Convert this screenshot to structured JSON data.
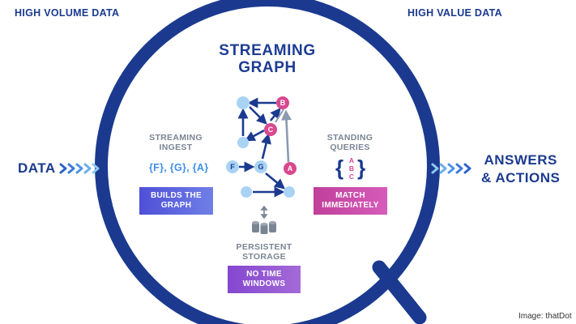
{
  "header": {
    "left": "HIGH VOLUME DATA",
    "right": "HIGH VALUE DATA"
  },
  "title": {
    "line1": "STREAMING",
    "line2": "GRAPH"
  },
  "input": {
    "label": "DATA"
  },
  "output": {
    "line1": "ANSWERS",
    "line2": "& ACTIONS"
  },
  "ingest": {
    "heading_line1": "STREAMING",
    "heading_line2": "INGEST",
    "sets": "{F}, {G}, {A}",
    "button_line1": "BUILDS THE",
    "button_line2": "GRAPH"
  },
  "queries": {
    "heading_line1": "STANDING",
    "heading_line2": "QUERIES",
    "letters": [
      "A",
      "B",
      "C"
    ],
    "button_line1": "MATCH",
    "button_line2": "IMMEDIATELY"
  },
  "storage": {
    "heading_line1": "PERSISTENT",
    "heading_line2": "STORAGE",
    "button_line1": "NO TIME",
    "button_line2": "WINDOWS"
  },
  "graph_nodes": {
    "b": "B",
    "c": "C",
    "f": "F",
    "g": "G",
    "a": "A"
  },
  "credit": "Image: thatDot",
  "colors": {
    "navy": "#1b3a8f",
    "light_blue_node": "#a9d3f5",
    "pink_node": "#d9488f",
    "grey_edge": "#8a9bb0",
    "purple_button": "#5b5fd6",
    "pink_button": "#c548a8",
    "violet_button": "#8c56d0"
  }
}
